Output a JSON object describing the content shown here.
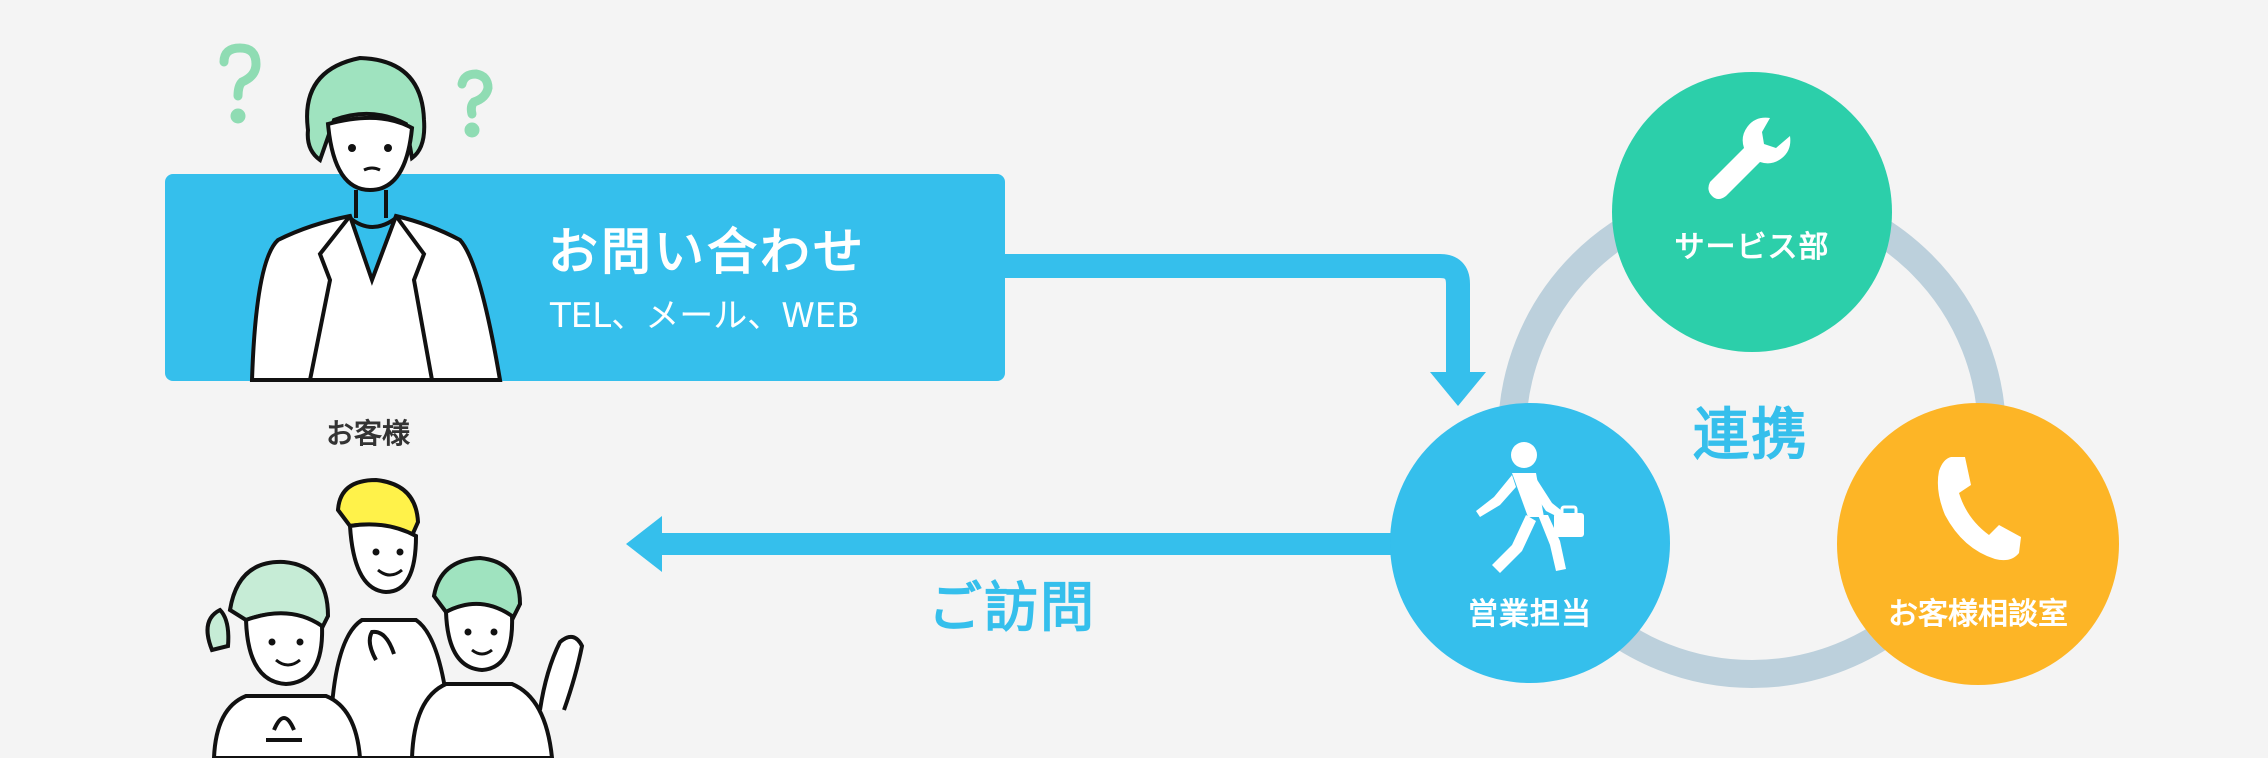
{
  "inquiry": {
    "title": "お問い合わせ",
    "channels": "TEL、メール、WEB"
  },
  "customer_label": "お客様",
  "visit_label": "ご訪問",
  "collaboration_label": "連携",
  "departments": {
    "service": "サービス部",
    "sales": "営業担当",
    "support": "お客様相談室"
  },
  "colors": {
    "background": "#f4f4f4",
    "blue": "#35bfec",
    "green": "#2ccfaa",
    "orange": "#fdb526",
    "ring": "#bcd0dc",
    "mint_hair": "#9fe3bf",
    "yellow_hair": "#fff24a"
  },
  "icons": {
    "service": "wrench-icon",
    "sales": "businessperson-walking-icon",
    "support": "telephone-icon",
    "question_marks": "question-mark-icon"
  }
}
